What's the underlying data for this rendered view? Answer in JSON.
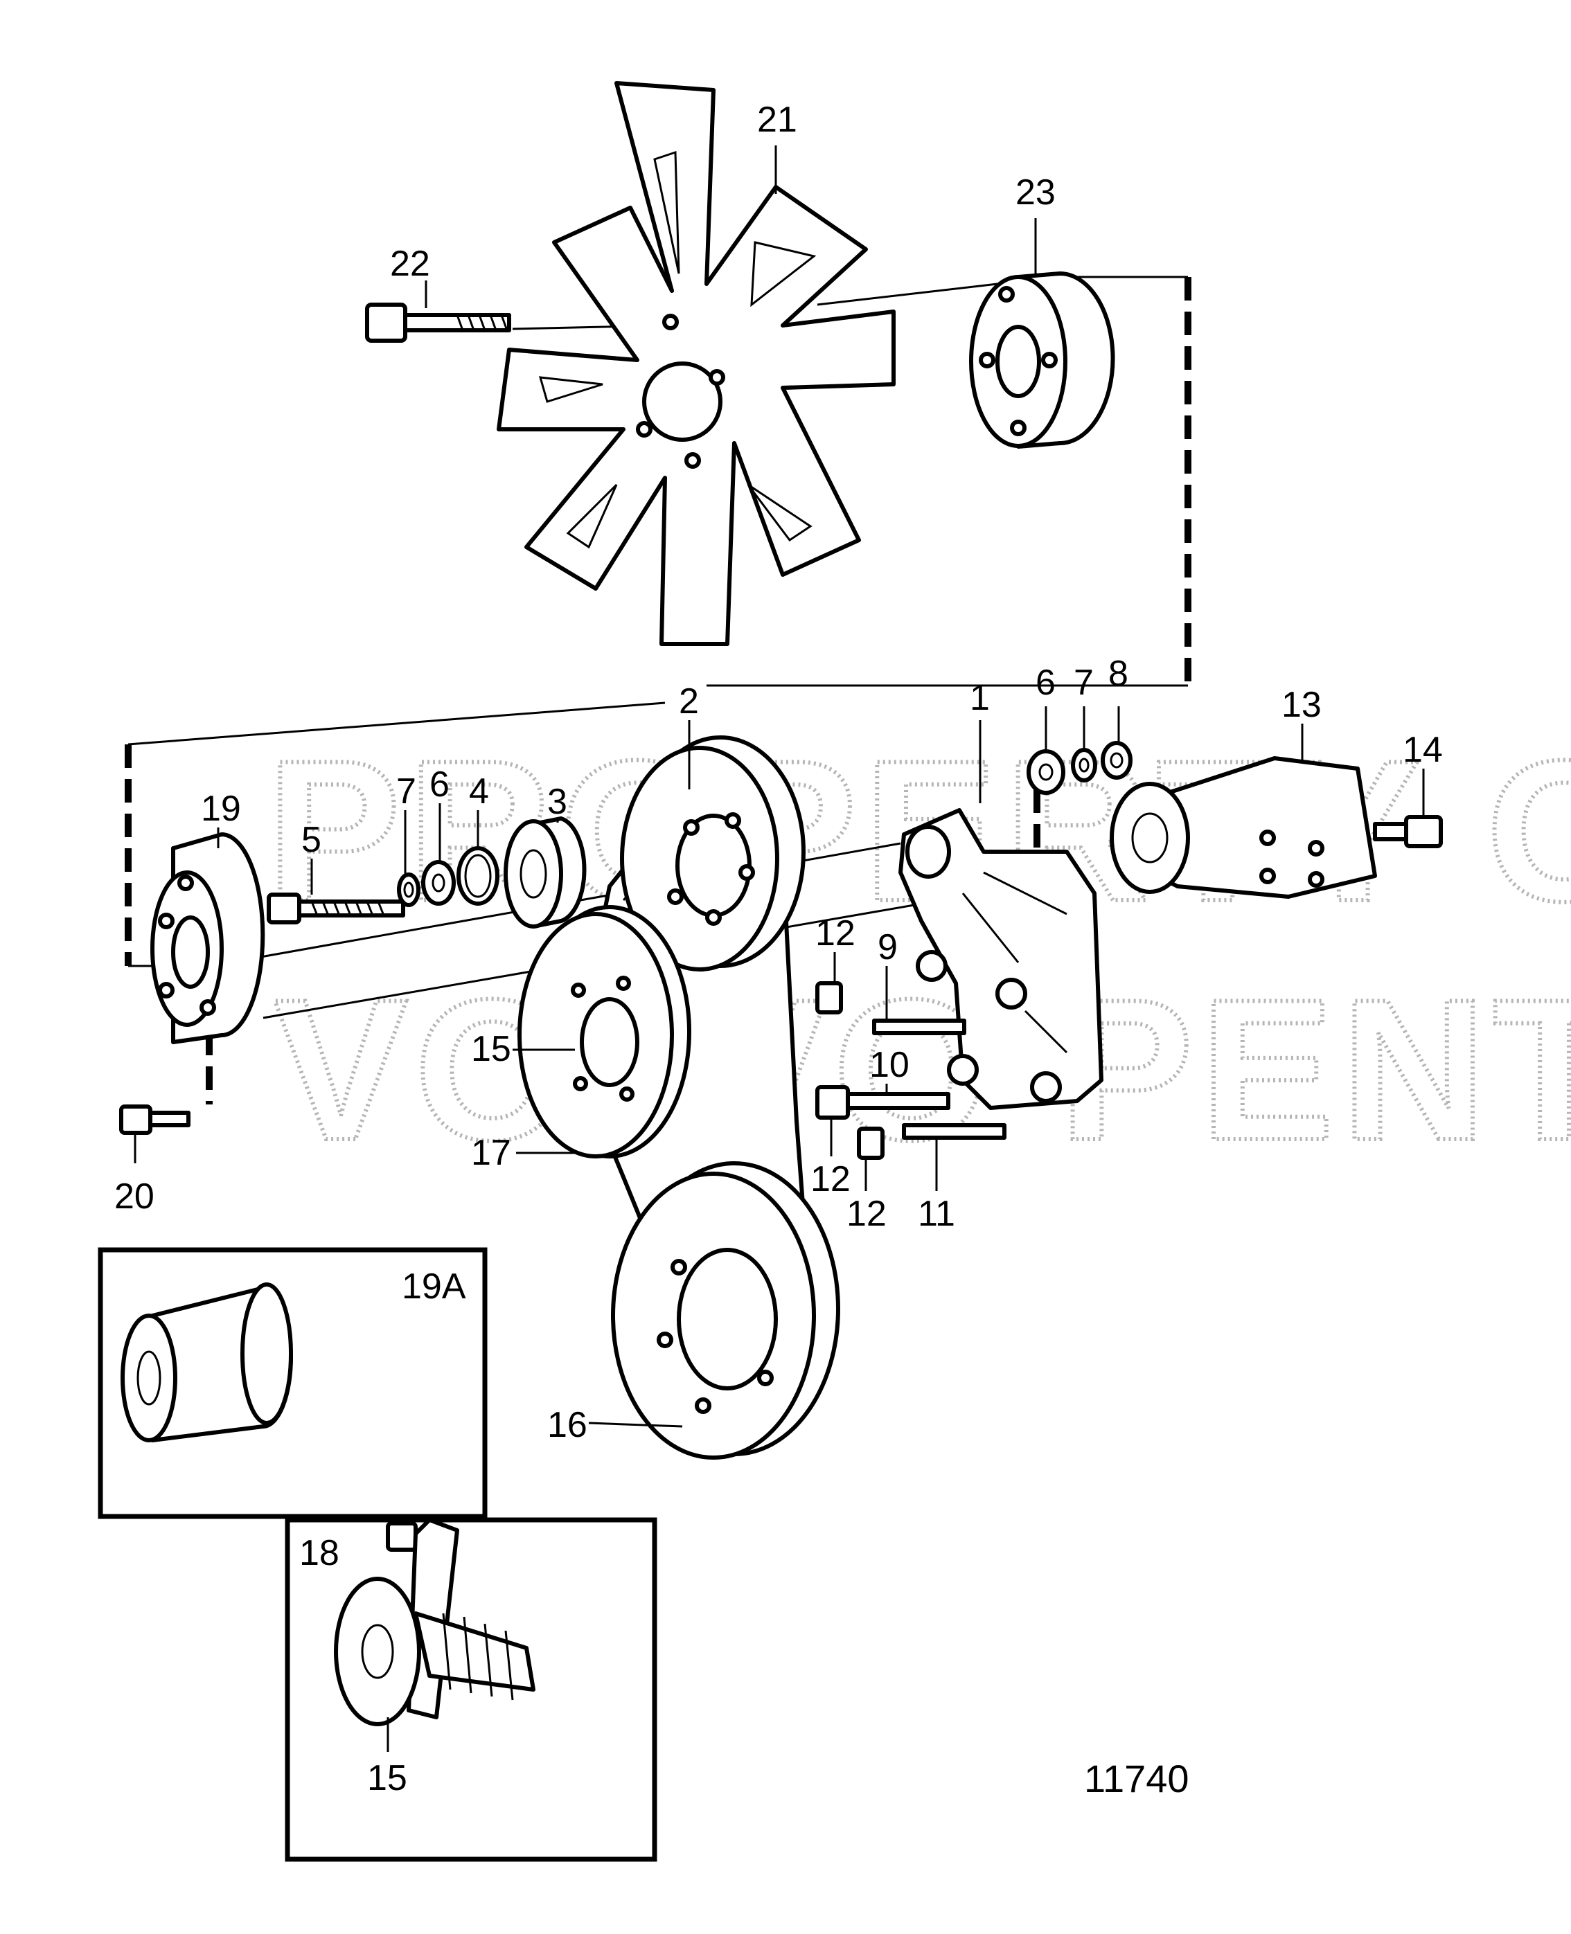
{
  "watermark": {
    "line1": "PROPERTY OF",
    "line2": "VOLVO PENTA"
  },
  "figure_number": "11740",
  "callouts": {
    "c1": "1",
    "c2": "2",
    "c3": "3",
    "c4": "4",
    "c5": "5",
    "c6a": "6",
    "c6b": "6",
    "c7a": "7",
    "c7b": "7",
    "c8": "8",
    "c9": "9",
    "c10": "10",
    "c11": "11",
    "c12a": "12",
    "c12b": "12",
    "c12c": "12",
    "c13": "13",
    "c14": "14",
    "c15a": "15",
    "c15b": "15",
    "c16": "16",
    "c17": "17",
    "c18": "18",
    "c19": "19",
    "c19a": "19A",
    "c20": "20",
    "c21": "21",
    "c22": "22",
    "c23": "23"
  }
}
